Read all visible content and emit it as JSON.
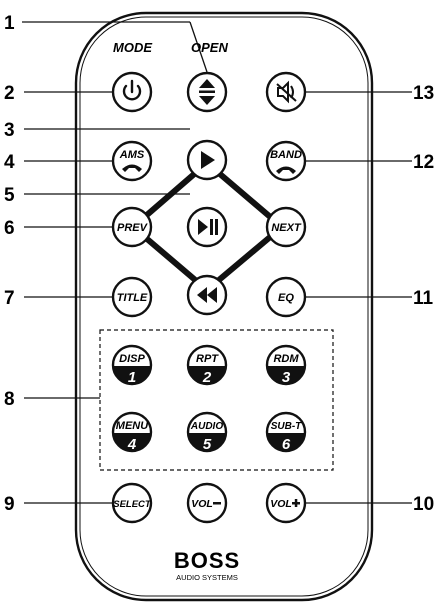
{
  "header_labels": {
    "mode": "MODE",
    "open": "OPEN"
  },
  "callouts": [
    "1",
    "2",
    "3",
    "4",
    "5",
    "6",
    "7",
    "8",
    "9",
    "10",
    "11",
    "12",
    "13"
  ],
  "buttons": {
    "ams": "AMS",
    "band": "BAND",
    "prev": "PREV",
    "next": "NEXT",
    "title": "TITLE",
    "eq": "EQ",
    "select": "SELECT",
    "vol_minus": "VOL",
    "vol_plus": "VOL"
  },
  "keypad": [
    {
      "top": "DISP",
      "digit": "1"
    },
    {
      "top": "RPT",
      "digit": "2"
    },
    {
      "top": "RDM",
      "digit": "3"
    },
    {
      "top": "MENU",
      "digit": "4"
    },
    {
      "top": "AUDIO",
      "digit": "5"
    },
    {
      "top": "SUB-T",
      "digit": "6"
    }
  ],
  "logo": {
    "brand": "BOSS",
    "sub": "AUDIO SYSTEMS"
  },
  "icons": {
    "power": "power-icon",
    "eject": "eject-icon",
    "mute": "mute-icon",
    "play": "play-icon",
    "play_pause": "play-pause-icon",
    "rewind": "rewind-icon",
    "phone_pickup": "phone-pickup-icon",
    "phone_hangup": "phone-hangup-icon"
  }
}
